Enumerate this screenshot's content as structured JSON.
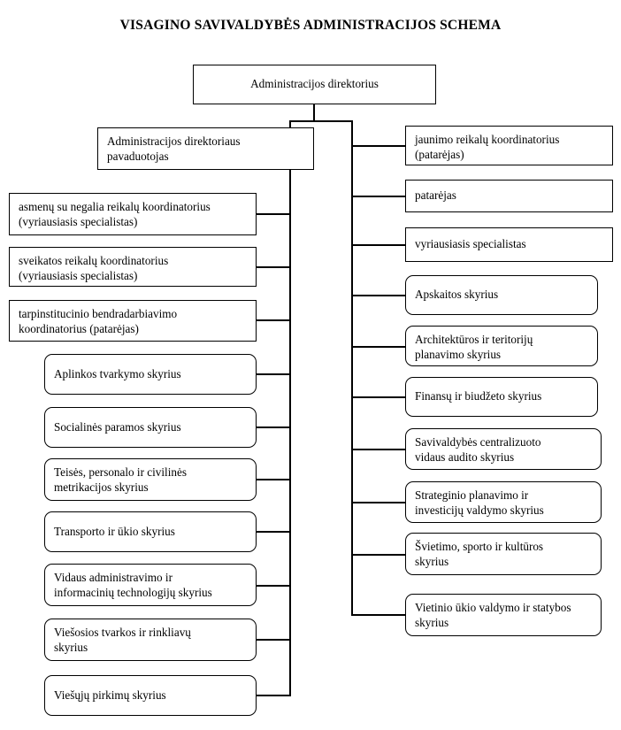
{
  "title": "VISAGINO SAVIVALDYBĖS ADMINISTRACIJOS SCHEMA",
  "chart_data": {
    "type": "diagram",
    "subtype": "organizational-hierarchy-tree",
    "title": "VISAGINO SAVIVALDYBĖS ADMINISTRACIJOS SCHEMA",
    "root": "Administracijos direktorius",
    "branches": [
      "left",
      "right"
    ],
    "left_branch_count": 10,
    "right_branch_count": 10
  },
  "root": {
    "label": "Administracijos direktorius"
  },
  "deputy": {
    "label": "Administracijos direktoriaus\npavaduotojas"
  },
  "left_nodes": [
    {
      "label": "asmenų su negalia reikalų koordinatorius\n(vyriausiasis specialistas)",
      "shape": "rect"
    },
    {
      "label": "sveikatos reikalų koordinatorius\n(vyriausiasis specialistas)",
      "shape": "rect"
    },
    {
      "label": "tarpinstitucinio bendradarbiavimo\nkoordinatorius (patarėjas)",
      "shape": "rect"
    },
    {
      "label": "Aplinkos tvarkymo skyrius",
      "shape": "rounded"
    },
    {
      "label": "Socialinės paramos skyrius",
      "shape": "rounded"
    },
    {
      "label": "Teisės, personalo ir civilinės\nmetrikacijos skyrius",
      "shape": "rounded"
    },
    {
      "label": "Transporto ir ūkio skyrius",
      "shape": "rounded"
    },
    {
      "label": "Vidaus administravimo ir\ninformacinių technologijų skyrius",
      "shape": "rounded"
    },
    {
      "label": "Viešosios tvarkos ir rinkliavų\nskyrius",
      "shape": "rounded"
    },
    {
      "label": "Viešųjų pirkimų skyrius",
      "shape": "rounded"
    }
  ],
  "right_nodes": [
    {
      "label": "jaunimo reikalų koordinatorius\n(patarėjas)",
      "shape": "rect"
    },
    {
      "label": "patarėjas",
      "shape": "rect"
    },
    {
      "label": "vyriausiasis specialistas",
      "shape": "rect"
    },
    {
      "label": "Apskaitos skyrius",
      "shape": "rounded"
    },
    {
      "label": "Architektūros ir teritorijų\nplanavimo skyrius",
      "shape": "rounded"
    },
    {
      "label": "Finansų ir biudžeto skyrius",
      "shape": "rounded"
    },
    {
      "label": "Savivaldybės centralizuoto\nvidaus audito skyrius",
      "shape": "rounded"
    },
    {
      "label": "Strateginio planavimo ir\ninvesticijų valdymo skyrius",
      "shape": "rounded"
    },
    {
      "label": "Švietimo, sporto ir kultūros\nskyrius",
      "shape": "rounded"
    },
    {
      "label": "Vietinio ūkio valdymo ir statybos\nskyrius",
      "shape": "rounded"
    }
  ]
}
